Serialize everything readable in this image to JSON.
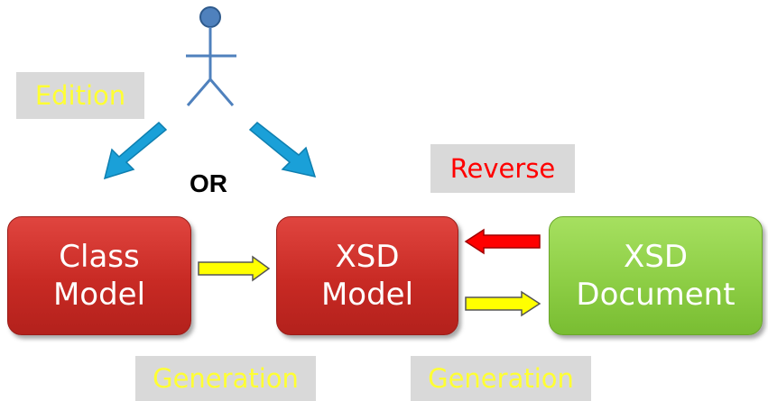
{
  "labels": {
    "edition": "Edition",
    "reverse": "Reverse",
    "generation_left": "Generation",
    "generation_right": "Generation",
    "or": "OR"
  },
  "boxes": {
    "class_model": {
      "line1": "Class",
      "line2": "Model"
    },
    "xsd_model": {
      "line1": "XSD",
      "line2": "Model"
    },
    "xsd_document": {
      "line1": "XSD",
      "line2": "Document"
    }
  },
  "colors": {
    "edition_text": "#ffff33",
    "generation_text": "#ffff33",
    "reverse_text": "#ff0000",
    "label_background": "#d9d9d9",
    "red_box": "#c82a24",
    "green_box": "#8dce45",
    "actor": "#4f81bd",
    "blue_arrow": "#1aa0d8",
    "yellow_arrow": "#ffff00",
    "red_arrow": "#ff0000"
  },
  "icons": {
    "actor": "stick-figure-actor-icon",
    "edit_arrows": "blue-diagonal-arrow-icon",
    "generation_arrows": "yellow-right-arrow-icon",
    "reverse_arrow": "red-left-arrow-icon"
  }
}
